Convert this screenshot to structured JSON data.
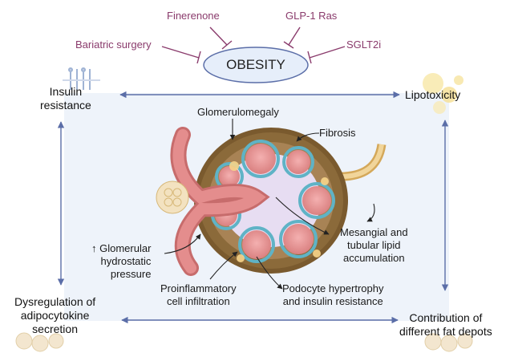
{
  "center": {
    "title": "OBESITY"
  },
  "interventions": [
    {
      "label": "Finerenone"
    },
    {
      "label": "GLP-1 Ras"
    },
    {
      "label": "Bariatric surgery"
    },
    {
      "label": "SGLT2i"
    }
  ],
  "corners": {
    "top_left": "Insulin\nresistance",
    "top_right": "Lipotoxicity",
    "bottom_left": "Dysregulation of\nadipocytokine\nsecretion",
    "bottom_right": "Contribution of\ndifferent fat depots"
  },
  "kidney_labels": {
    "glomerulomegaly": "Glomerulomegaly",
    "fibrosis": "Fibrosis",
    "mesangial": "Mesangial and\ntubular lipid\naccumulation",
    "pressure": "↑ Glomerular\nhydrostatic\npressure",
    "proinflammatory": "Proinflammatory\ncell infiltration",
    "podocyte": "Podocyte hypertrophy\nand insulin resistance"
  },
  "colors": {
    "accent_purple": "#8a3b6c",
    "arrow_blue": "#5b6ea8",
    "panel_bg": "#eef3fa",
    "ellipse_fill": "#e6eefa",
    "capsule_brown": "#7a5a2e",
    "tissue_pink": "#e48d8d"
  }
}
